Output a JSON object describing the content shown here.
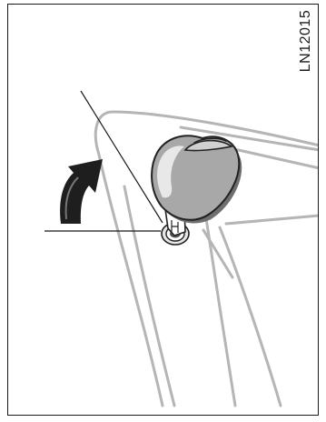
{
  "figure": {
    "code": "LN12015",
    "colors": {
      "frame": "#1a1a1a",
      "body_lines": "#b5b5b5",
      "arrow": "#1e1e1e",
      "key_head": "#a8a8a8",
      "key_shadow": "#6f6f6f",
      "key_outline": "#222222"
    },
    "elements": [
      "key",
      "ignition-lock",
      "rotation-arrow",
      "angle-lines",
      "door-frame-lines"
    ]
  }
}
